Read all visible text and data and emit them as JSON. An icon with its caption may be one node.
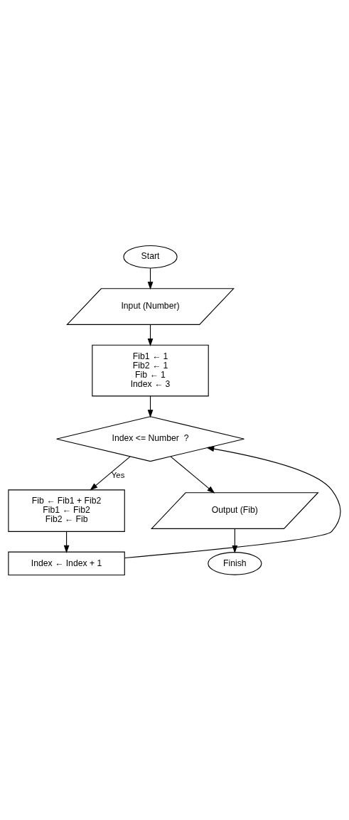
{
  "diagram": {
    "nodes": [
      {
        "text": [
          "Start"
        ]
      },
      {
        "text": [
          "Input (Number)"
        ]
      },
      {
        "text": [
          "Fib1 ← 1",
          "Fib2 ← 1",
          "Fib ← 1",
          "Index ← 3"
        ]
      },
      {
        "text": [
          "Index <= Number  ?"
        ]
      },
      {
        "text": [
          "Fib ← Fib1 + Fib2",
          "Fib1 ← Fib2",
          "Fib2 ← Fib"
        ]
      },
      {
        "text": [
          "Index ← Index + 1"
        ]
      },
      {
        "text": [
          "Output (Fib)"
        ]
      },
      {
        "text": [
          "Finish"
        ]
      }
    ],
    "edges": [
      {
        "from": 0,
        "to": 1,
        "arrow": "to"
      },
      {
        "from": 1,
        "to": 2,
        "arrow": "to"
      },
      {
        "from": 2,
        "to": 3,
        "arrow": "to"
      },
      {
        "from": 3,
        "to": 4,
        "arrow": "to",
        "label": "Yes"
      },
      {
        "from": 4,
        "to": 5,
        "arrow": "to"
      },
      {
        "from": 5,
        "to": 3,
        "arrow": "to"
      },
      {
        "from": 3,
        "to": 6,
        "arrow": "to"
      },
      {
        "from": 6,
        "to": 7,
        "arrow": "to"
      }
    ]
  }
}
